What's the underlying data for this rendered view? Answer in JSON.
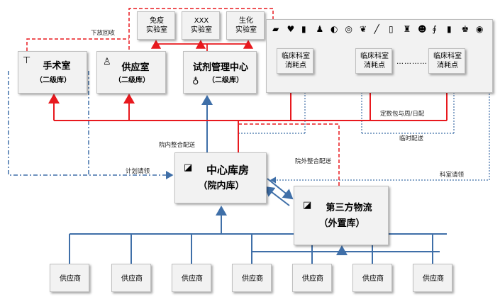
{
  "labs": [
    "免疫\n实验室",
    "XXX\n实验室",
    "生化\n实验室"
  ],
  "or": {
    "title": "手术室",
    "sub": "（二级库）"
  },
  "supply_room": {
    "title": "供应室",
    "sub": "（二级库）"
  },
  "reagent": {
    "title": "试剂管理中心",
    "sub": "（二级库）"
  },
  "central": {
    "title": "中心库房",
    "sub": "（院内库）"
  },
  "third_party": {
    "title": "第三方物流",
    "sub": "（外置库）"
  },
  "clinical_points": [
    "临床科室\n消耗点",
    "临床科室\n消耗点",
    "临床科室\n消耗点"
  ],
  "ellipsis": "…………",
  "suppliers": [
    "供应商",
    "供应商",
    "供应商",
    "供应商",
    "供应商",
    "供应商",
    "供应商"
  ],
  "edges": {
    "recycle": "下放回收",
    "in_hospital": "院内整合配送",
    "plan": "计划请领",
    "out_hospital": "院外整合配送",
    "fixed_pack": "定数包与周/日配",
    "temporary": "临时配送",
    "dept_request": "科室请领"
  },
  "colors": {
    "red": "#e8191e",
    "blue": "#3f6fa8",
    "box": "#f2f2f2"
  },
  "clinic_icons": [
    "bed-icon",
    "heart-icon",
    "bottle-icon",
    "people-icon",
    "ear-icon",
    "gauge-icon",
    "lungs-icon",
    "syringe-icon",
    "vial-icon",
    "chair-icon",
    "patient-icon",
    "stethoscope-icon",
    "bottle2-icon",
    "doctor-icon",
    "brain-icon"
  ]
}
